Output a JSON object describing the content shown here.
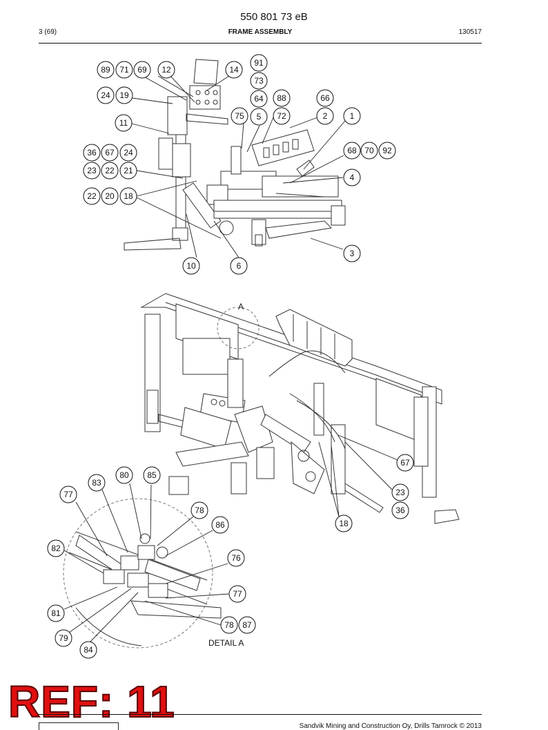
{
  "header": {
    "doc_number": "550 801 73 eB",
    "page": "3 (69)",
    "section_title": "FRAME ASSEMBLY",
    "code": "130517"
  },
  "detail_label": "DETAIL A",
  "detail_marker": "A",
  "ref_stamp": "REF: 11",
  "footer_text": "Sandvik Mining and Construction Oy, Drills Tamrock © 2013",
  "callouts": {
    "c89": "89",
    "c71": "71",
    "c69": "69",
    "c12": "12",
    "c14": "14",
    "c91": "91",
    "c73": "73",
    "c24a": "24",
    "c19": "19",
    "c64": "64",
    "c88": "88",
    "c66": "66",
    "c11": "11",
    "c75": "75",
    "c5": "5",
    "c72": "72",
    "c2": "2",
    "c1": "1",
    "c36a": "36",
    "c67a": "67",
    "c24b": "24",
    "c68": "68",
    "c70": "70",
    "c92": "92",
    "c23a": "23",
    "c22a": "22",
    "c21": "21",
    "c4": "4",
    "c22b": "22",
    "c20": "20",
    "c18a": "18",
    "c3": "3",
    "c10": "10",
    "c6": "6",
    "c67b": "67",
    "c23b": "23",
    "c36b": "36",
    "c18b": "18",
    "c80": "80",
    "c85": "85",
    "c83": "83",
    "c77a": "77",
    "c78a": "78",
    "c86": "86",
    "c82": "82",
    "c76": "76",
    "c77b": "77",
    "c81": "81",
    "c78b": "78",
    "c87": "87",
    "c79": "79",
    "c84": "84"
  }
}
